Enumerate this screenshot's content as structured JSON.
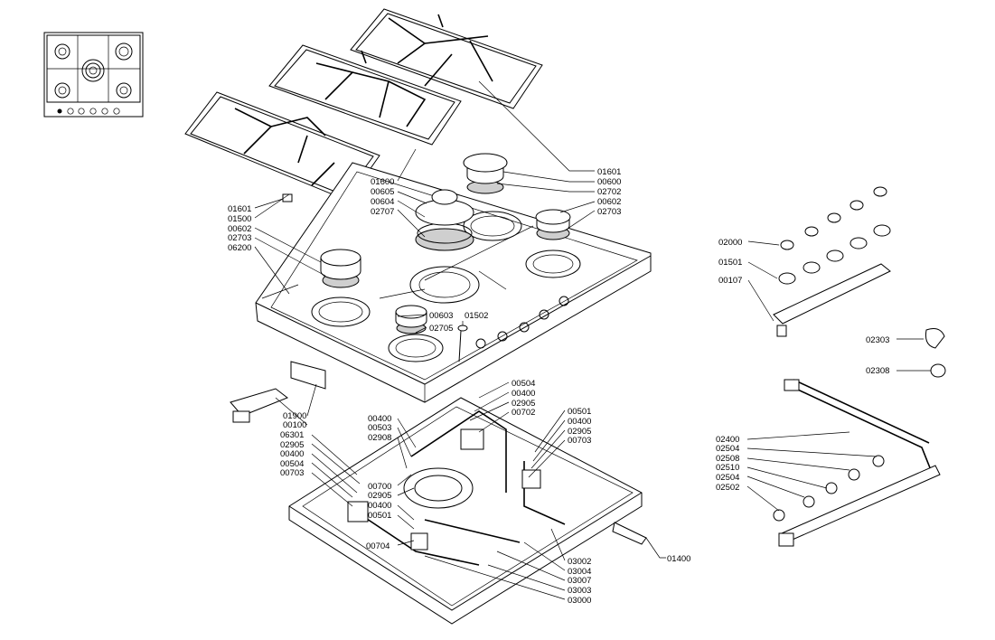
{
  "diagram": {
    "labels": {
      "l01601a": "01601",
      "l00600": "00600",
      "l02702": "02702",
      "l00602a": "00602",
      "l02703a": "02703",
      "l01600": "01600",
      "l00605": "00605",
      "l00604": "00604",
      "l02707": "02707",
      "l01601b": "01601",
      "l01500": "01500",
      "l00602b": "00602",
      "l02703b": "02703",
      "l06200": "06200",
      "l00603": "00603",
      "l01502": "01502",
      "l02705": "02705",
      "l02000": "02000",
      "l01501": "01501",
      "l00107": "00107",
      "l02303": "02303",
      "l02308": "02308",
      "l01900": "01900",
      "l00100": "00100",
      "l00504a": "00504",
      "l00400a": "00400",
      "l02905a": "02905",
      "l00702": "00702",
      "l00400b": "00400",
      "l00503": "00503",
      "l02908": "02908",
      "l06301": "06301",
      "l02905b": "02905",
      "l00400c": "00400",
      "l00504b": "00504",
      "l00703a": "00703",
      "l00700": "00700",
      "l02905c": "02905",
      "l00400d": "00400",
      "l00501a": "00501",
      "l00501b": "00501",
      "l00400e": "00400",
      "l02905d": "02905",
      "l00703b": "00703",
      "l00704": "00704",
      "l01400": "01400",
      "l03002": "03002",
      "l03004": "03004",
      "l03007": "03007",
      "l03003": "03003",
      "l03000": "03000",
      "l02400": "02400",
      "l02504a": "02504",
      "l02508": "02508",
      "l02510": "02510",
      "l02504b": "02504",
      "l02502": "02502"
    }
  }
}
